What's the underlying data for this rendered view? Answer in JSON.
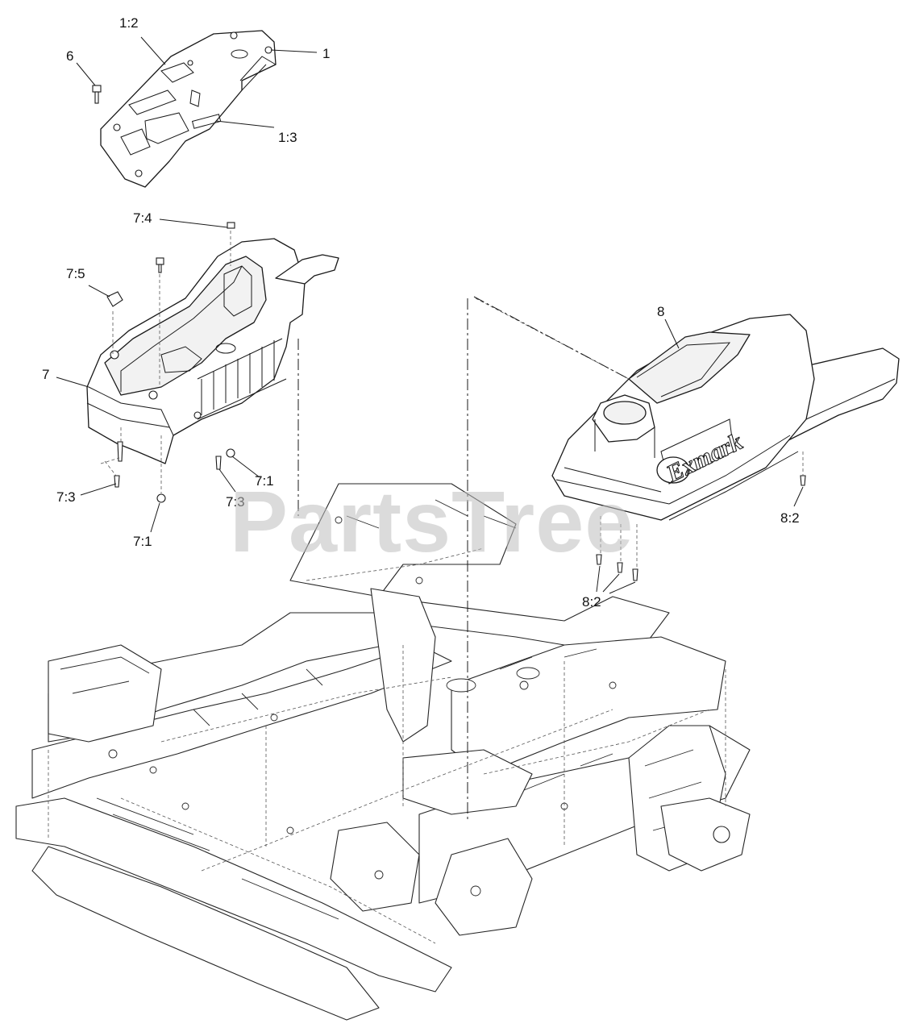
{
  "diagram": {
    "callouts": {
      "c1": "1",
      "c1_2": "1:2",
      "c1_3": "1:3",
      "c6": "6",
      "c7": "7",
      "c7_1a": "7:1",
      "c7_1b": "7:1",
      "c7_3a": "7:3",
      "c7_3b": "7:3",
      "c7_4": "7:4",
      "c7_5": "7:5",
      "c8": "8",
      "c8_2a": "8:2",
      "c8_2b": "8:2"
    },
    "brand_logo": "Exmark",
    "watermark": "PartsTree"
  }
}
